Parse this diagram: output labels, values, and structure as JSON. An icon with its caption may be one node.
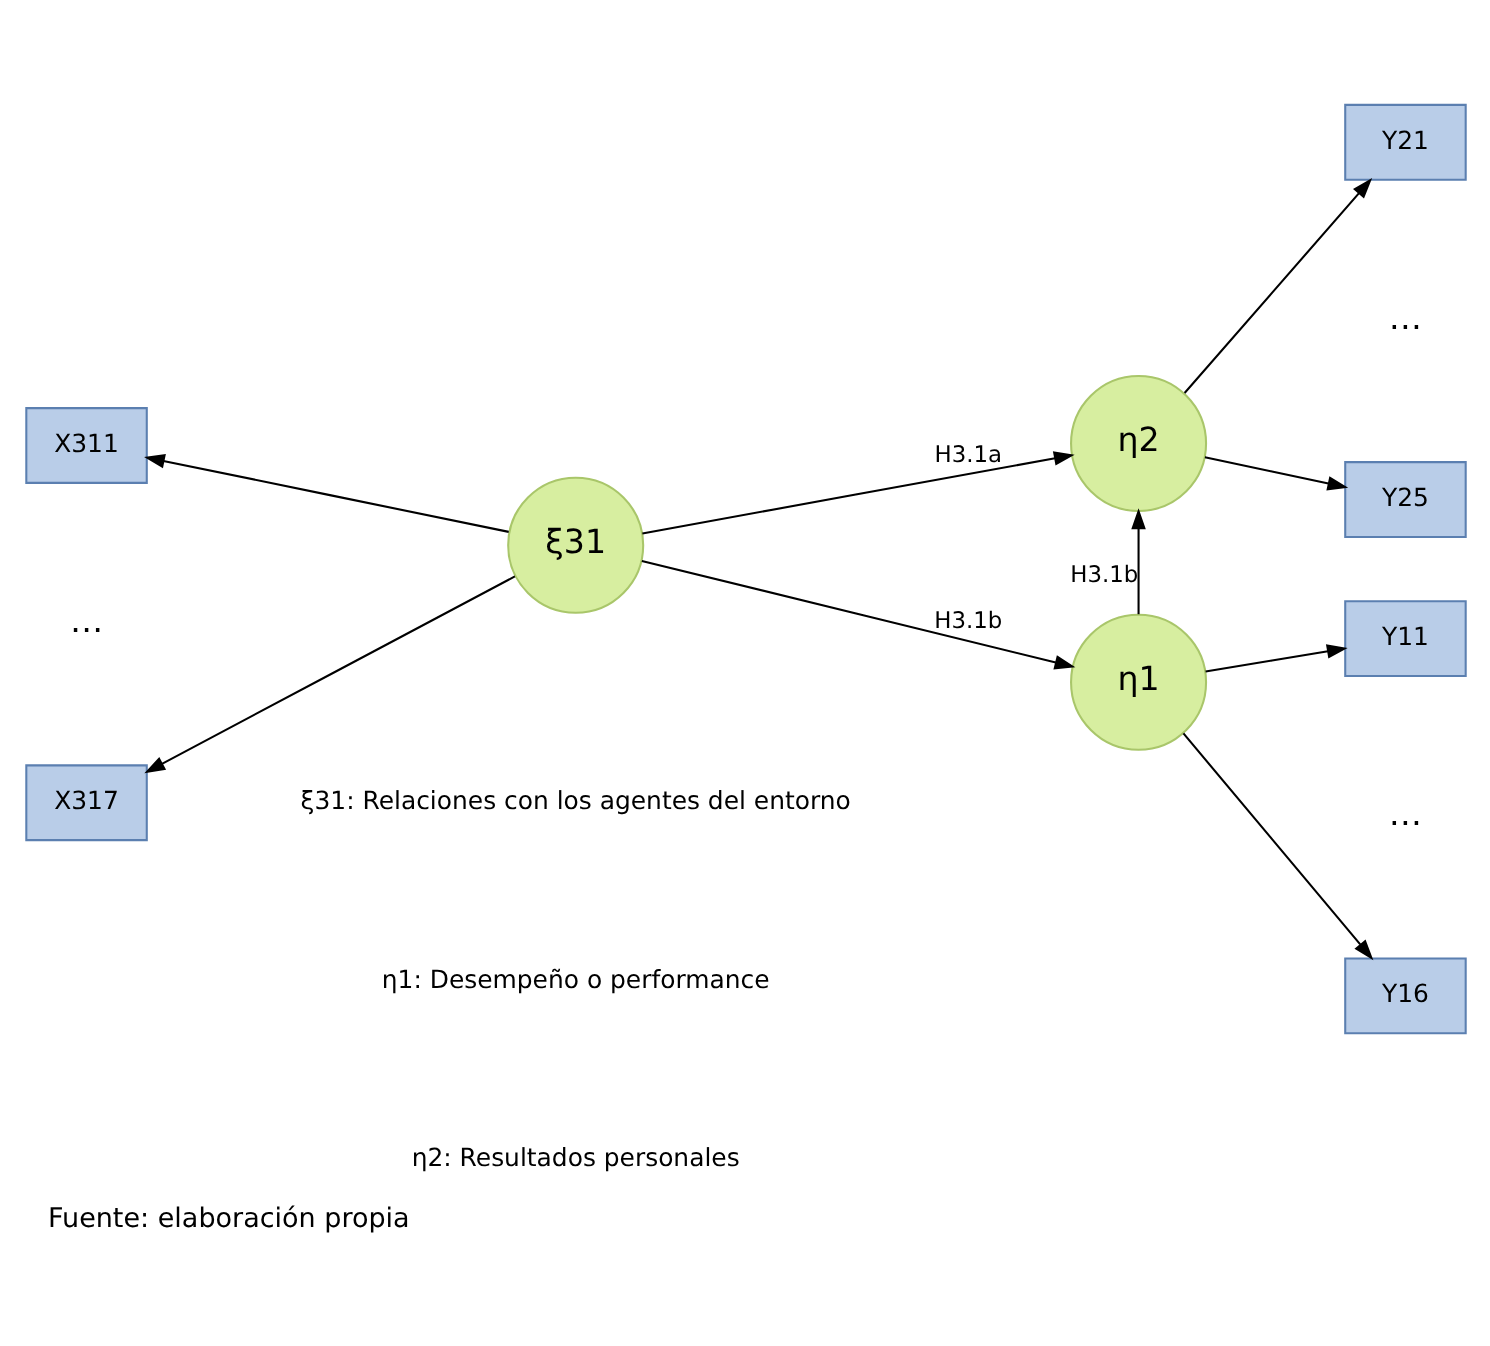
{
  "diagram": {
    "caption": "Fuente: elaboración propia",
    "nodes": [
      {
        "text": [
          "X311"
        ]
      },
      {
        "text": [
          "X317"
        ]
      },
      {
        "text": [
          "ξ31"
        ]
      },
      {
        "text": [
          "η2"
        ]
      },
      {
        "text": [
          "Y21"
        ]
      },
      {
        "text": [
          "Y25"
        ]
      },
      {
        "text": [
          "η1"
        ]
      },
      {
        "text": [
          "Y11"
        ]
      },
      {
        "text": [
          "Y16"
        ]
      }
    ],
    "edges": [
      {
        "from": 2,
        "to": 0,
        "arrow": "to"
      },
      {
        "from": 2,
        "to": 1,
        "arrow": "to"
      },
      {
        "from": 2,
        "to": 3,
        "arrow": "to",
        "label": "H3.1a"
      },
      {
        "from": 2,
        "to": 6,
        "arrow": "to",
        "label": "H3.1b"
      },
      {
        "from": 6,
        "to": 3,
        "arrow": "to",
        "label": "H3.1b"
      },
      {
        "from": 3,
        "to": 4,
        "arrow": "to"
      },
      {
        "from": 3,
        "to": 5,
        "arrow": "to"
      },
      {
        "from": 6,
        "to": 7,
        "arrow": "to"
      },
      {
        "from": 6,
        "to": 8,
        "arrow": "to"
      }
    ],
    "labels": [
      "…",
      "…",
      "…",
      "ξ31: Relaciones con los agentes del entorno",
      "η1: Desempeño o performance",
      "η2: Resultados personales"
    ]
  }
}
